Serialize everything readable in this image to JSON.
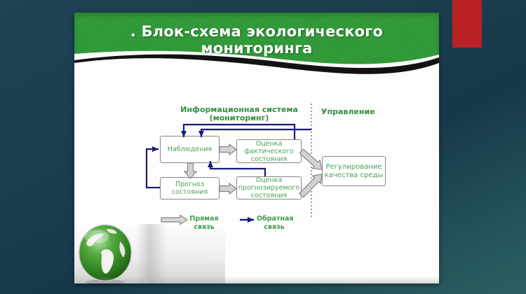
{
  "window": {
    "background_color": "#1b3f50",
    "accent_red_bar_color": "#bb2024"
  },
  "slide": {
    "title": ". Блок-схема экологического мониторинга",
    "header_green": "#2f9b37"
  },
  "diagram": {
    "labels": {
      "info_system_line1": "Информационная система",
      "info_system_line2": "(мониторинг)",
      "management": "Управление"
    },
    "nodes": {
      "observations": {
        "lines": [
          "Наблюдения"
        ]
      },
      "actual_state": {
        "lines": [
          "Оценка",
          "фактического",
          "состояния"
        ]
      },
      "forecast": {
        "lines": [
          "Прогноз",
          "состояния"
        ]
      },
      "predicted_state": {
        "lines": [
          "Оценка",
          "прогнозируемого",
          "состояния"
        ]
      },
      "regulation": {
        "lines": [
          "Регулирование",
          "качества среды"
        ]
      }
    },
    "edges": [
      {
        "from": "observations",
        "to": "actual_state",
        "type": "direct"
      },
      {
        "from": "observations",
        "to": "forecast",
        "type": "direct"
      },
      {
        "from": "forecast",
        "to": "predicted_state",
        "type": "direct"
      },
      {
        "from": "actual_state",
        "to": "regulation",
        "type": "direct"
      },
      {
        "from": "predicted_state",
        "to": "regulation",
        "type": "direct"
      },
      {
        "from": "actual_state",
        "to": "observations",
        "type": "feedback"
      },
      {
        "from": "management",
        "to": "observations",
        "type": "feedback"
      },
      {
        "from": "predicted_state",
        "to": "observations",
        "type": "feedback"
      },
      {
        "from": "forecast",
        "to": "observations",
        "type": "feedback"
      }
    ],
    "legend": {
      "direct": {
        "lines": [
          "Прямая",
          "связь"
        ]
      },
      "feedback": {
        "lines": [
          "Обратная",
          "связь"
        ]
      }
    },
    "colors": {
      "node_text": "#48a253",
      "heading_text": "#2f8f3f",
      "feedback_line": "#1a1a7a",
      "direct_arrow_fill": "#d2d2d2",
      "direct_arrow_stroke": "#868686",
      "node_border": "#868686"
    }
  }
}
